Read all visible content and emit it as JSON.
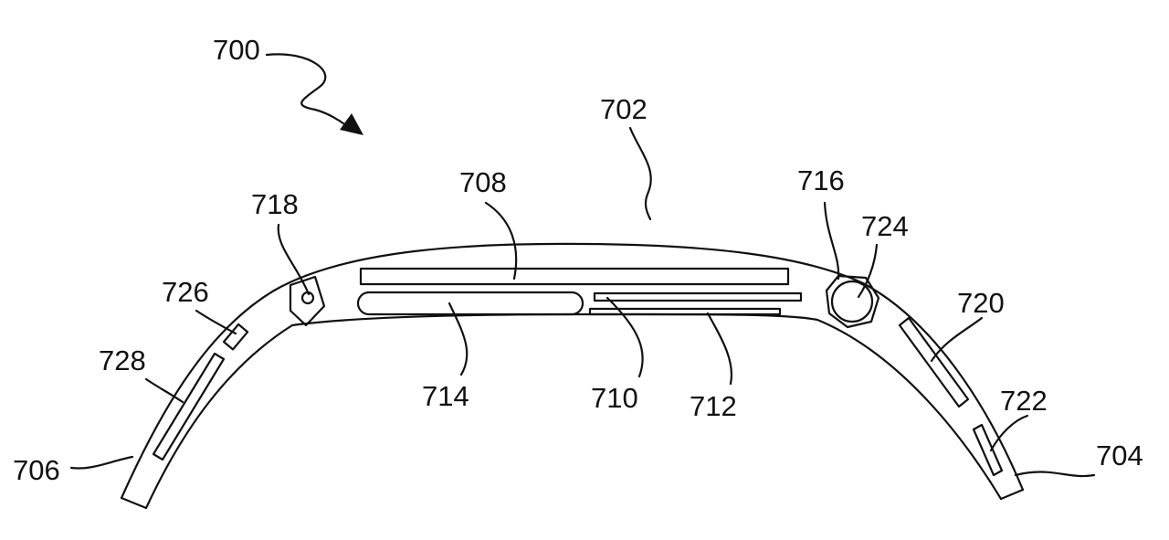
{
  "figure": {
    "labels": {
      "l700": "700",
      "l702": "702",
      "l704": "704",
      "l706": "706",
      "l708": "708",
      "l710": "710",
      "l712": "712",
      "l714": "714",
      "l716": "716",
      "l718": "718",
      "l720": "720",
      "l722": "722",
      "l724": "724",
      "l726": "726",
      "l728": "728"
    }
  }
}
